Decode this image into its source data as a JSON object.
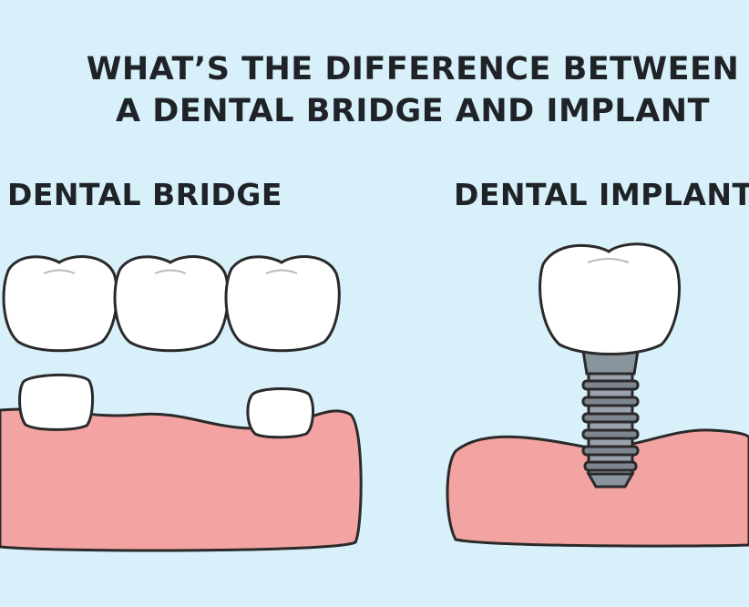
{
  "title": {
    "line1": "WHAT’S THE DIFFERENCE BETWEEN",
    "line2": "A DENTAL BRIDGE AND IMPLANT"
  },
  "left": {
    "label": "DENTAL BRIDGE"
  },
  "right": {
    "label": "DENTAL IMPLANT"
  },
  "colors": {
    "background": "#d8f0fa",
    "gum": "#f4a3a3",
    "tooth": "#ffffff",
    "outline": "#2a2a2a",
    "screw": "#8a949c"
  }
}
